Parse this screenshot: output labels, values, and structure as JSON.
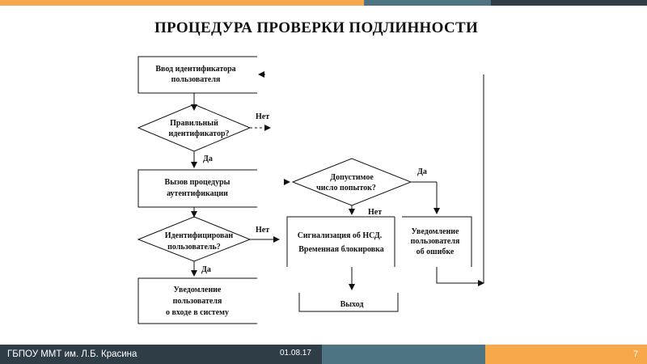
{
  "title": "ПРОЦЕДУРА ПРОВЕРКИ ПОДЛИННОСТИ",
  "flowchart": {
    "nodes": {
      "input_id": [
        "Ввод идентификатора",
        "пользователя"
      ],
      "check_id": [
        "Правильный",
        "идентификатор?"
      ],
      "auth_proc": [
        "Вызов процедуры",
        "аутентификации"
      ],
      "identified": [
        "Идентифицирован",
        "пользователь?"
      ],
      "notify_login": [
        "Уведомление",
        "пользователя",
        "о входе в систему"
      ],
      "attempts": [
        "Допустимое",
        "число попыток?"
      ],
      "signal_nsd": [
        "Сигнализация об НСД.",
        "Временная блокировка"
      ],
      "notify_error": [
        "Уведомление",
        "пользователя",
        "об ошибке"
      ],
      "exit": [
        "Выход"
      ]
    },
    "labels": {
      "no1": "Нет",
      "yes1": "Да",
      "no2": "Нет",
      "yes2": "Да",
      "yes3": "Да",
      "no3": "Нет"
    }
  },
  "footer": {
    "org": "ГБПОУ ММТ им. Л.Б. Красина",
    "date": "01.08.17",
    "page": "7"
  },
  "colors": {
    "orange": "#f7a84a",
    "dark": "#2f3e46",
    "slate": "#4e7383",
    "line": "#111111"
  }
}
